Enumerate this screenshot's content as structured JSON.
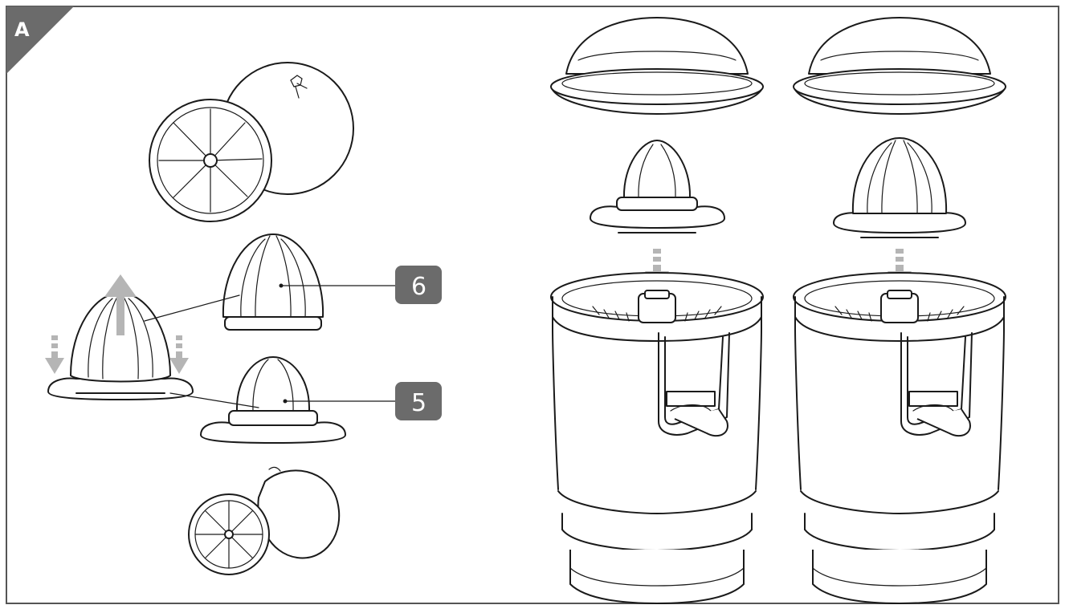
{
  "panel_label": "A",
  "callouts": [
    {
      "label": "6",
      "target": "large-reamer-cone"
    },
    {
      "label": "5",
      "target": "small-reamer-cone"
    }
  ],
  "colors": {
    "line": "#1a1a1a",
    "badge": "#6b6b6b",
    "arrow": "#b5b5b5",
    "frame": "#555555"
  }
}
